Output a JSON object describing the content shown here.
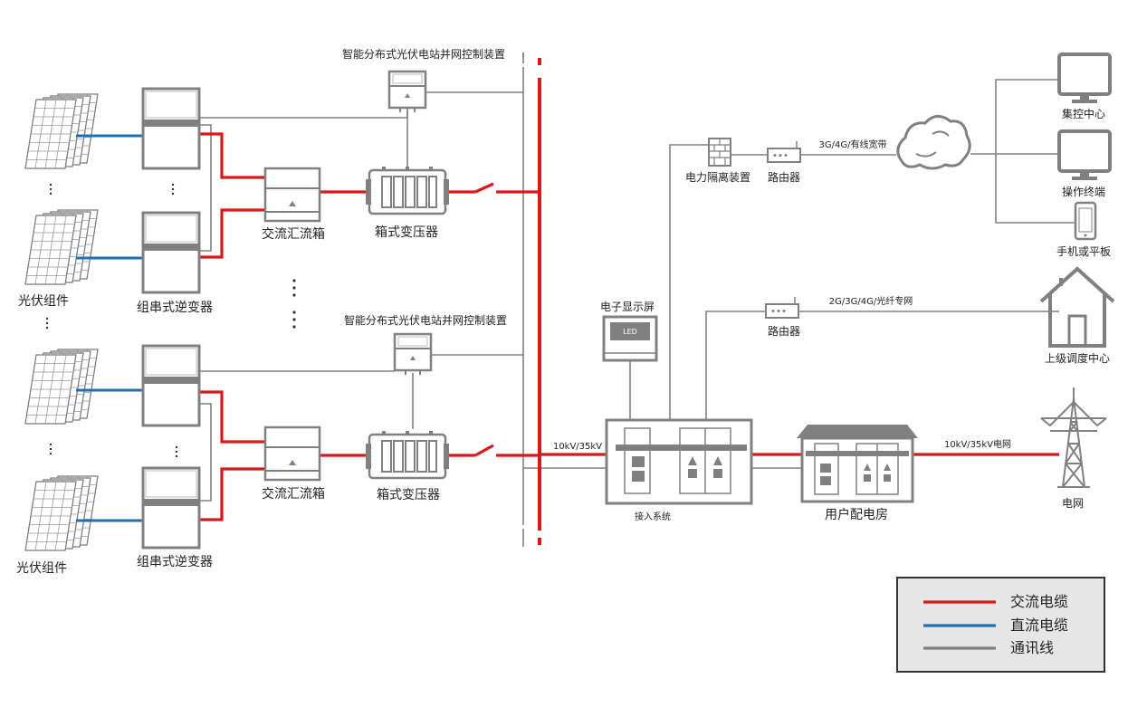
{
  "labels": {
    "controller_1": "智能分布式光伏电站并网控制装置",
    "controller_2": "智能分布式光伏电站并网控制装置",
    "pv_module_1": "光伏组件",
    "pv_module_2": "光伏组件",
    "inverter_1": "组串式逆变器",
    "inverter_2": "组串式逆变器",
    "combiner_1": "交流汇流箱",
    "combiner_2": "交流汇流箱",
    "transformer_1": "箱式变压器",
    "transformer_2": "箱式变压器",
    "voltage_bus": "10kV/35kV",
    "access_system": "接入系统",
    "led_screen": "电子显示屏",
    "led_text": "LED",
    "isolation_device": "电力隔离装置",
    "router_1": "路由器",
    "router_2": "路由器",
    "net_1": "3G/4G/有线宽带",
    "net_2": "2G/3G/4G/光纤专网",
    "control_center": "集控中心",
    "operator_terminal": "操作终端",
    "mobile": "手机或平板",
    "dispatch_center": "上级调度中心",
    "user_room": "用户配电房",
    "grid_voltage": "10kV/35kV电网",
    "grid": "电网"
  },
  "legend": [
    {
      "label": "交流电缆",
      "color": "#d7191c"
    },
    {
      "label": "直流电缆",
      "color": "#1f6fb4"
    },
    {
      "label": "通讯线",
      "color": "#808080"
    }
  ],
  "colors": {
    "ac": "#d7191c",
    "dc": "#1f6fb4",
    "comm": "#808080",
    "device": "#808080"
  }
}
